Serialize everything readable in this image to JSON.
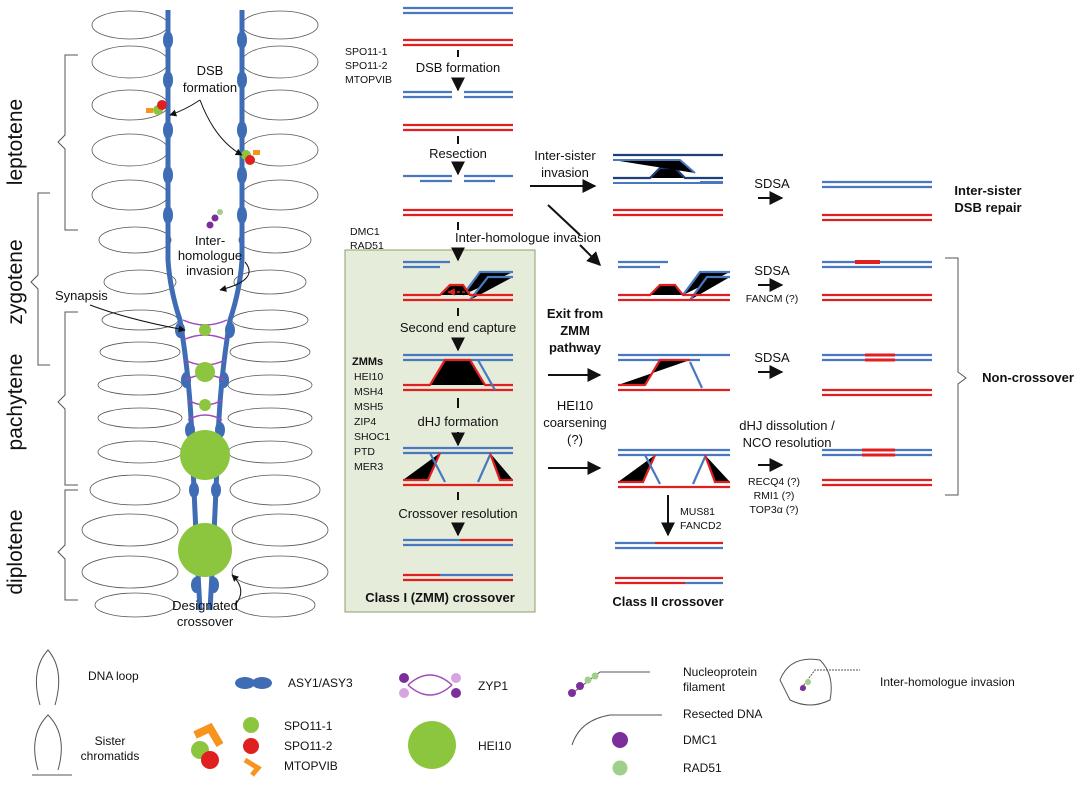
{
  "stages": [
    "leptotene",
    "zygotene",
    "pachytene",
    "diplotene"
  ],
  "chromosome_labels": {
    "dsb_formation": [
      "DSB",
      "formation"
    ],
    "inter_homologue_invasion": [
      "Inter-",
      "homologue",
      "invasion"
    ],
    "synapsis": "Synapsis",
    "designated_crossover": [
      "Designated",
      "crossover"
    ]
  },
  "pathway": {
    "enzymes_dsb": [
      "SPO11-1",
      "SPO11-2",
      "MTOPVIB"
    ],
    "step_dsb_formation": "DSB formation",
    "step_resection": "Resection",
    "recombinases": [
      "DMC1",
      "RAD51"
    ],
    "step_inter_homologue": "Inter-homologue invasion",
    "step_inter_sister": [
      "Inter-sister",
      "invasion"
    ],
    "step_second_end": "Second end capture",
    "zmm_title": "ZMMs",
    "zmms": [
      "HEI10",
      "MSH4",
      "MSH5",
      "ZIP4",
      "SHOC1",
      "PTD",
      "MER3"
    ],
    "step_dhj": "dHJ formation",
    "step_co_resolution": "Crossover resolution",
    "class1_label": "Class I (ZMM) crossover",
    "exit_zmm": [
      "Exit from",
      "ZMM",
      "pathway"
    ],
    "hei10_coarsening": [
      "HEI10",
      "coarsening",
      "(?)"
    ],
    "sdsa": "SDSA",
    "fancm": "FANCM (?)",
    "inter_sister_repair": [
      "Inter-sister",
      "DSB repair"
    ],
    "dhj_dissolution": [
      "dHJ dissolution /",
      "NCO resolution"
    ],
    "dissolution_enzymes": [
      "RECQ4 (?)",
      "RMI1 (?)",
      "TOP3α (?)"
    ],
    "class2_enzymes": [
      "MUS81",
      "FANCD2"
    ],
    "class2_label": "Class II crossover",
    "non_crossover": "Non-crossover"
  },
  "legend": {
    "dna_loop": "DNA loop",
    "sister_chromatids": [
      "Sister",
      "chromatids"
    ],
    "asy": "ASY1/ASY3",
    "spo11": [
      "SPO11-1",
      "SPO11-2",
      "MTOPVIB"
    ],
    "zyp1": "ZYP1",
    "hei10": "HEI10",
    "nucleoprotein": [
      "Nucleoprotein",
      "filament"
    ],
    "resected_dna": "Resected DNA",
    "dmc1": "DMC1",
    "rad51": "RAD51",
    "inter_homologue_invasion": "Inter-homologue invasion"
  },
  "colors": {
    "blue": "#4a78c0",
    "dark_blue": "#1f3f7a",
    "red": "#e02020",
    "axis_blue": "#3f6db5",
    "hei10_green": "#8cc63f",
    "zyp1_purple": "#a04ab8",
    "zyp1_light": "#d7a3e0",
    "dmc1_purple": "#7a2f9a",
    "rad51_green": "#9fcf8a",
    "zmm_box": "#e5ecda"
  }
}
